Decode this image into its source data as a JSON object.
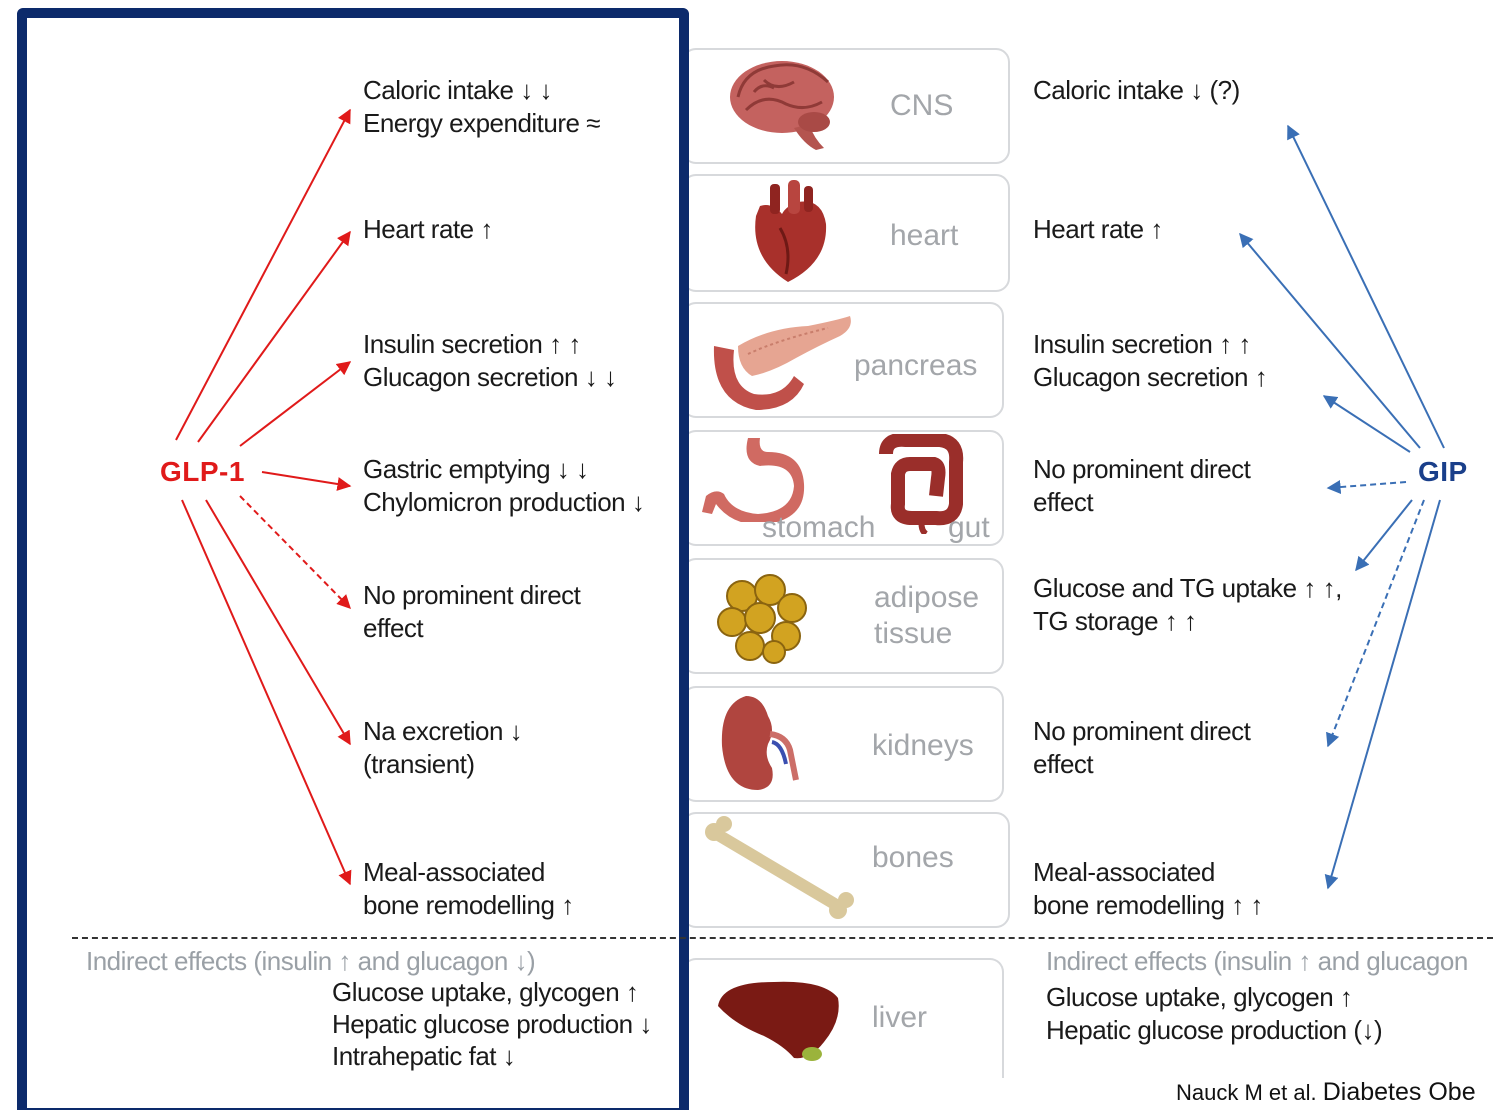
{
  "hormones": {
    "left": "GLP-1",
    "right": "GIP"
  },
  "colors": {
    "glp1": "#e01a1a",
    "gip": "#3a6fb5",
    "frame": "#0c2a6b",
    "organ_label": "#a3a6aa",
    "indirect_heading": "#9aa0a6"
  },
  "organs": [
    {
      "name": "CNS",
      "icon": "brain-icon"
    },
    {
      "name": "heart",
      "icon": "heart-icon"
    },
    {
      "name": "pancreas",
      "icon": "pancreas-icon"
    },
    {
      "name_a": "stomach",
      "name_b": "gut",
      "icon": "stomach-icon",
      "icon_b": "intestine-icon"
    },
    {
      "name_line1": "adipose",
      "name_line2": "tissue",
      "icon": "fat-cells-icon"
    },
    {
      "name": "kidneys",
      "icon": "kidney-icon"
    },
    {
      "name": "bones",
      "icon": "bone-icon"
    },
    {
      "name": "liver",
      "icon": "liver-icon"
    }
  ],
  "glp1_effects": [
    [
      "Caloric intake ↓ ↓",
      "Energy expenditure ≈"
    ],
    [
      "Heart rate ↑"
    ],
    [
      "Insulin secretion ↑ ↑",
      "Glucagon secretion ↓ ↓"
    ],
    [
      "Gastric emptying ↓ ↓",
      "Chylomicron production ↓"
    ],
    [
      "No prominent direct",
      "effect"
    ],
    [
      "Na excretion ↓",
      "(transient)"
    ],
    [
      "Meal-associated",
      "bone remodelling ↑"
    ]
  ],
  "gip_effects": [
    [
      "Caloric intake ↓ (?)"
    ],
    [
      "Heart rate ↑"
    ],
    [
      "Insulin secretion ↑ ↑",
      "Glucagon secretion ↑"
    ],
    [
      "No prominent direct",
      "effect"
    ],
    [
      "Glucose and TG uptake ↑ ↑,",
      "TG storage ↑ ↑"
    ],
    [
      "No prominent direct",
      "effect"
    ],
    [
      "Meal-associated",
      "bone remodelling ↑ ↑"
    ]
  ],
  "indirect": {
    "left_heading": "Indirect effects (insulin ↑ and glucagon ↓)",
    "left_lines": [
      "Glucose uptake, glycogen ↑",
      "Hepatic glucose production ↓",
      "Intrahepatic fat ↓"
    ],
    "right_heading": "Indirect effects (insulin ↑ and glucagon",
    "right_lines": [
      "Glucose uptake, glycogen ↑",
      "Hepatic glucose production (↓)"
    ]
  },
  "citation": {
    "authors": "Nauck M et al.",
    "journal": "Diabetes Obe"
  }
}
